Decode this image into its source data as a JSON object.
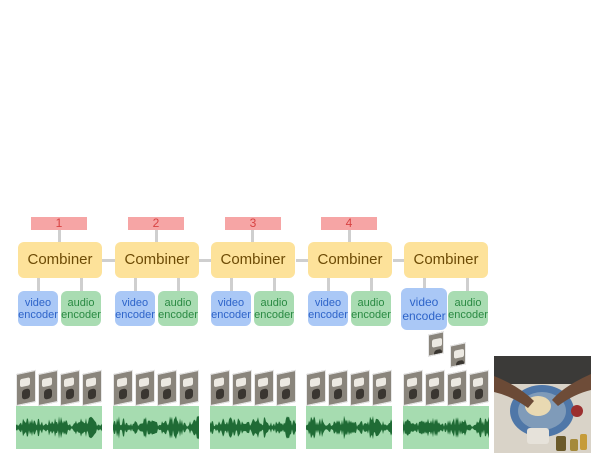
{
  "steps": [
    {
      "label": "1",
      "combiner": "Combiner",
      "video_encoder": "video\nencoder",
      "audio_encoder": "audio\nencoder"
    },
    {
      "label": "2",
      "combiner": "Combiner",
      "video_encoder": "video\nencoder",
      "audio_encoder": "audio\nencoder"
    },
    {
      "label": "3",
      "combiner": "Combiner",
      "video_encoder": "video\nencoder",
      "audio_encoder": "audio\nencoder"
    },
    {
      "label": "4",
      "combiner": "Combiner",
      "video_encoder": "video\nencoder",
      "audio_encoder": "audio\nencoder"
    },
    {
      "label": "",
      "combiner": "Combiner",
      "video_encoder": "video\nencoder",
      "audio_encoder": "audio\nencoder"
    }
  ],
  "colors": {
    "label_fill": "#f6a5a5",
    "label_text": "#d84343",
    "combiner_fill": "#fde29a",
    "video_encoder_fill": "#aac8f6",
    "audio_encoder_fill": "#a9dcb2",
    "waveform_bg": "#a6dcb0",
    "waveform": "#1f6b35"
  }
}
